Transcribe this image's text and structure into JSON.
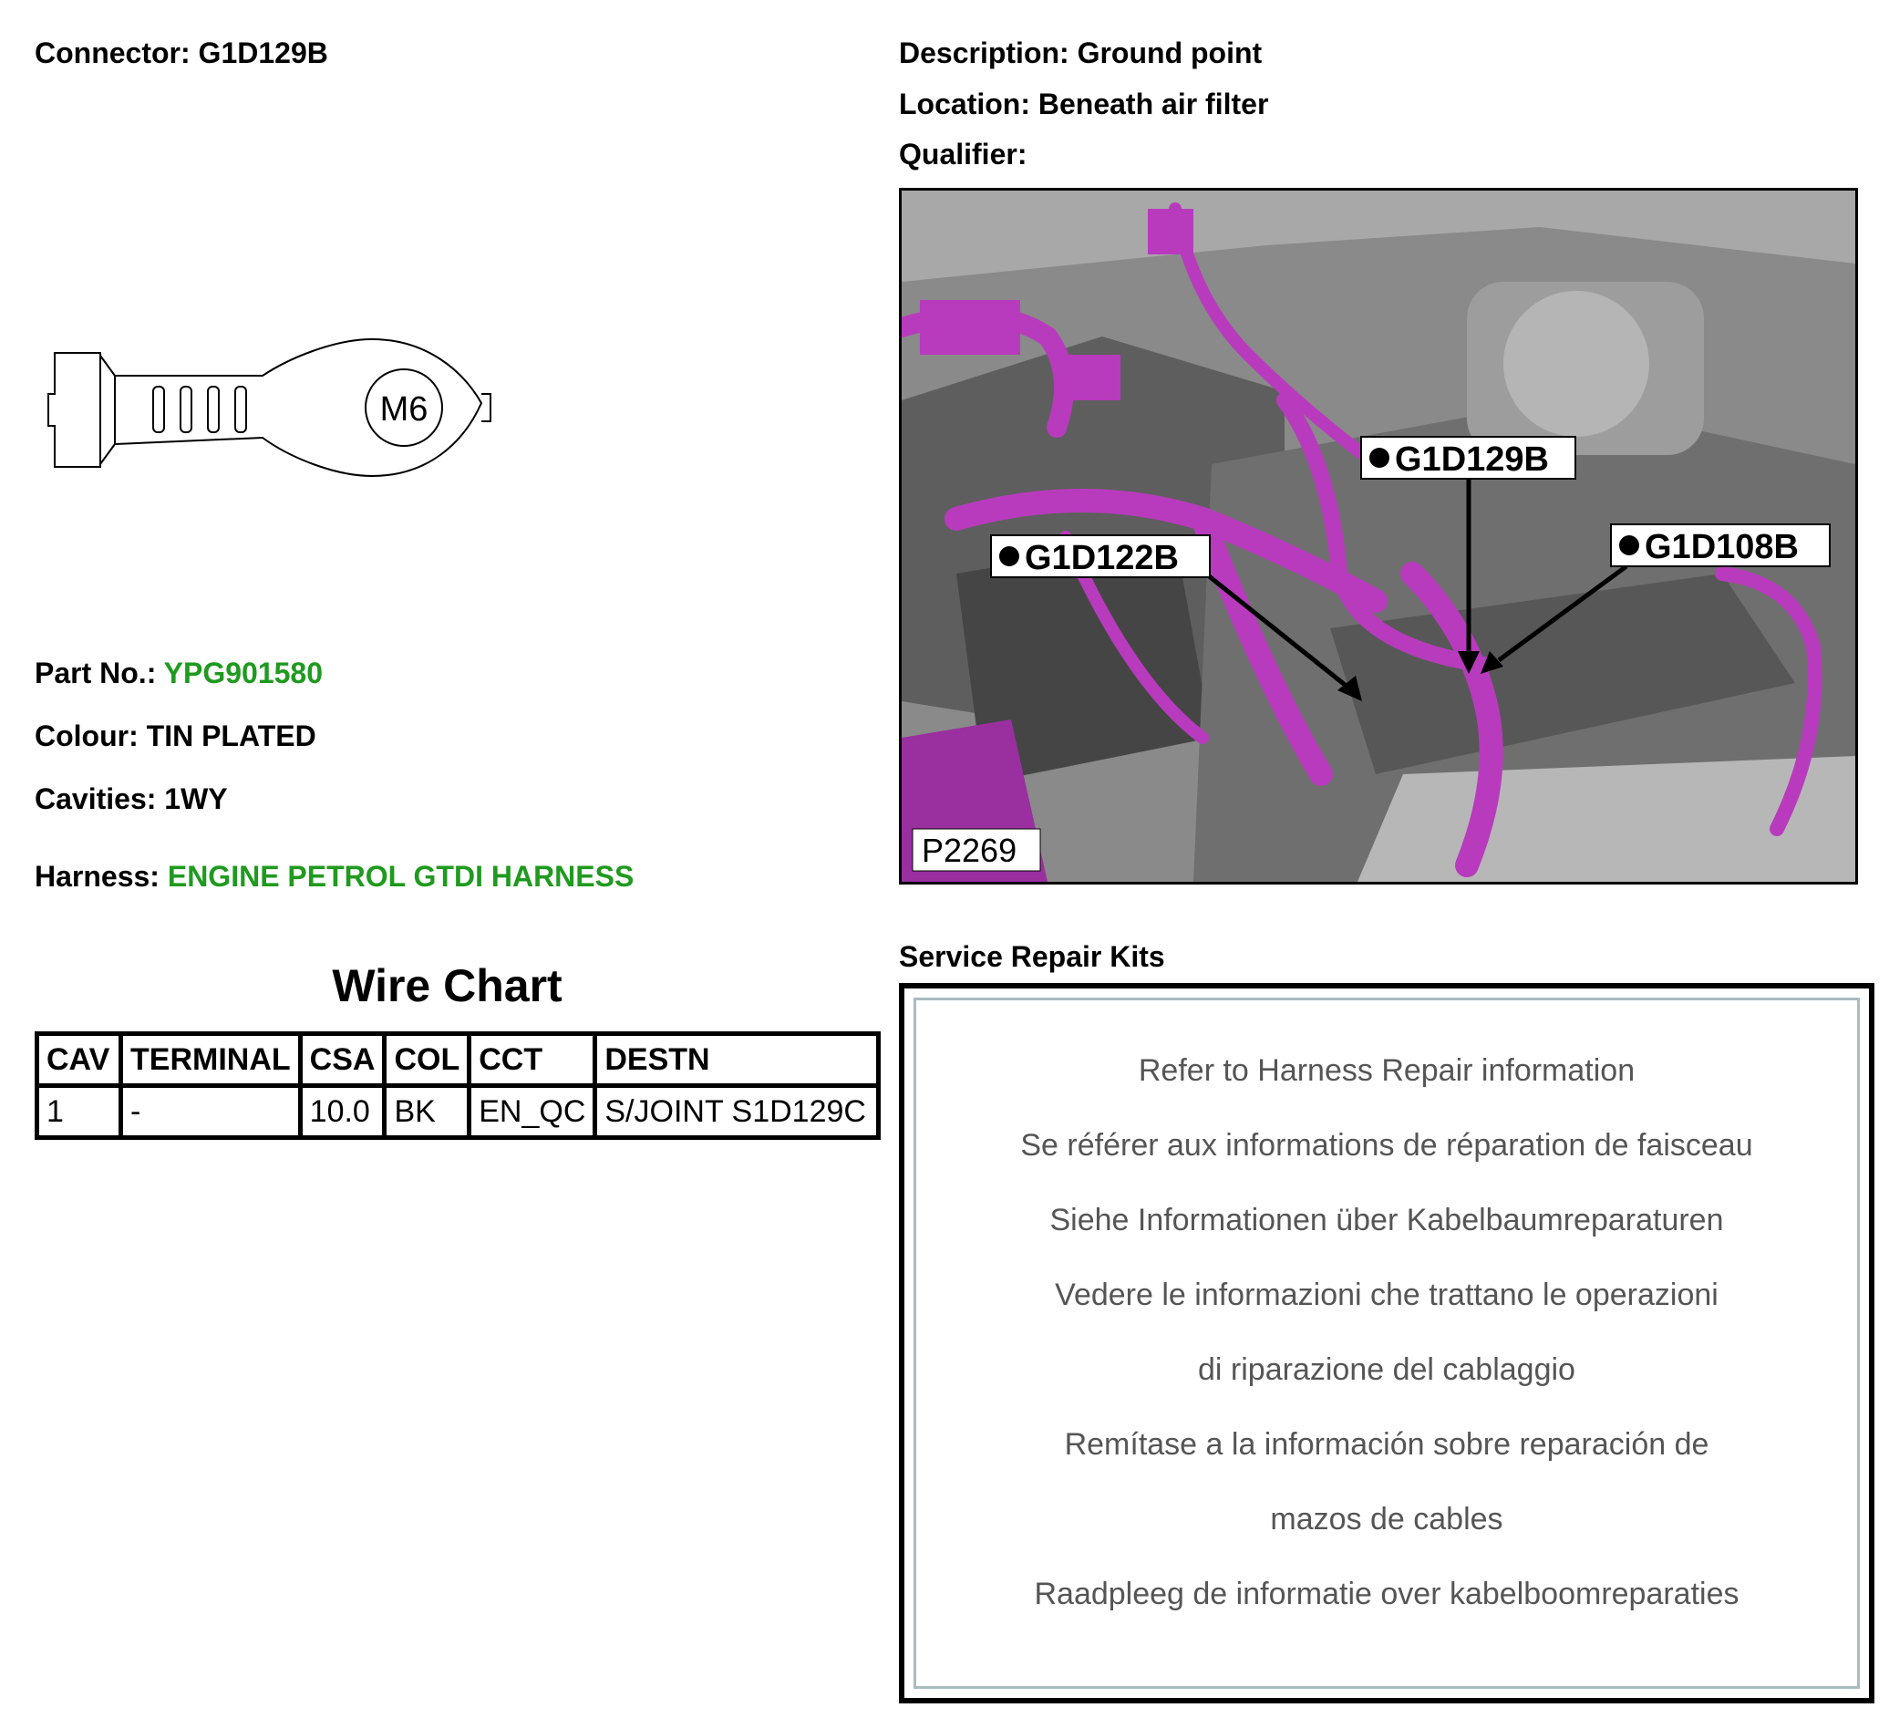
{
  "connector": {
    "label": "Connector:",
    "value": "G1D129B"
  },
  "terminal_drawing": {
    "stud_label": "M6"
  },
  "part": {
    "label": "Part No.:",
    "value": "YPG901580"
  },
  "colour": {
    "label": "Colour:",
    "value": "TIN PLATED"
  },
  "cavities": {
    "label": "Cavities:",
    "value": "1WY"
  },
  "harness": {
    "label": "Harness:",
    "value": "ENGINE PETROL GTDI HARNESS"
  },
  "description": {
    "label": "Description:",
    "value": "Ground point"
  },
  "location": {
    "label": "Location:",
    "value": "Beneath air filter"
  },
  "qualifier": {
    "label": "Qualifier:",
    "value": ""
  },
  "photo": {
    "callouts": [
      "G1D129B",
      "G1D122B",
      "G1D108B"
    ],
    "reference": "P2269"
  },
  "wire_chart": {
    "title": "Wire Chart",
    "headers": [
      "CAV",
      "TERMINAL",
      "CSA",
      "COL",
      "CCT",
      "DESTN"
    ],
    "rows": [
      [
        "1",
        "-",
        "10.0",
        "BK",
        "EN_QC",
        "S/JOINT S1D129C"
      ]
    ]
  },
  "service_repair_kits": {
    "title": "Service Repair Kits",
    "lines": [
      "Refer to Harness Repair information",
      "Se référer aux informations de réparation de faisceau",
      "Siehe Informationen über Kabelbaumreparaturen",
      "Vedere le informazioni che trattano le operazioni",
      "di riparazione del cablaggio",
      "Remítase a la información sobre reparación de",
      "mazos de cables",
      "Raadpleeg de informatie over kabelboomreparaties"
    ]
  },
  "colors": {
    "green_value": "#1f9a1f",
    "harness_wire": "#b83bbd"
  }
}
